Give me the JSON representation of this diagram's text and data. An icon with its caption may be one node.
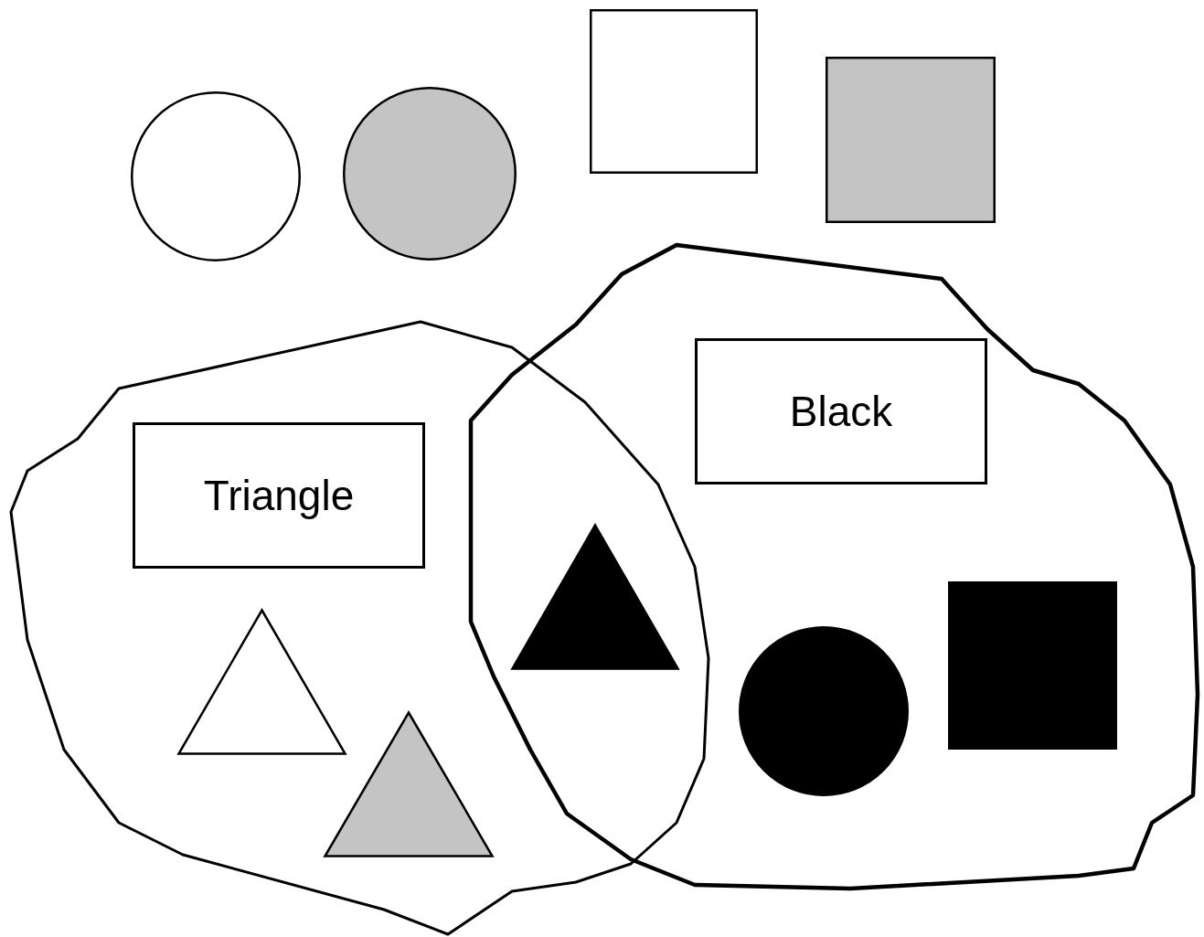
{
  "diagram": {
    "nodes": [
      {
        "text": [],
        "shape": "circle"
      },
      {
        "text": [],
        "shape": "circle"
      },
      {
        "text": [],
        "shape": "box"
      },
      {
        "text": [],
        "shape": "box"
      },
      {
        "text": [],
        "shape": "cloud"
      },
      {
        "text": [],
        "shape": "cloud"
      },
      {
        "text": [
          "Triangle"
        ],
        "in": 4
      },
      {
        "text": [
          "Black"
        ],
        "in": 5
      },
      {
        "text": [],
        "shape": "triangle"
      },
      {
        "text": [],
        "shape": "circle",
        "in": 5
      },
      {
        "text": [],
        "shape": "box",
        "in": 5
      },
      {
        "text": [],
        "shape": "triangle",
        "in": 4
      },
      {
        "text": [],
        "shape": "triangle",
        "in": 4
      }
    ]
  }
}
